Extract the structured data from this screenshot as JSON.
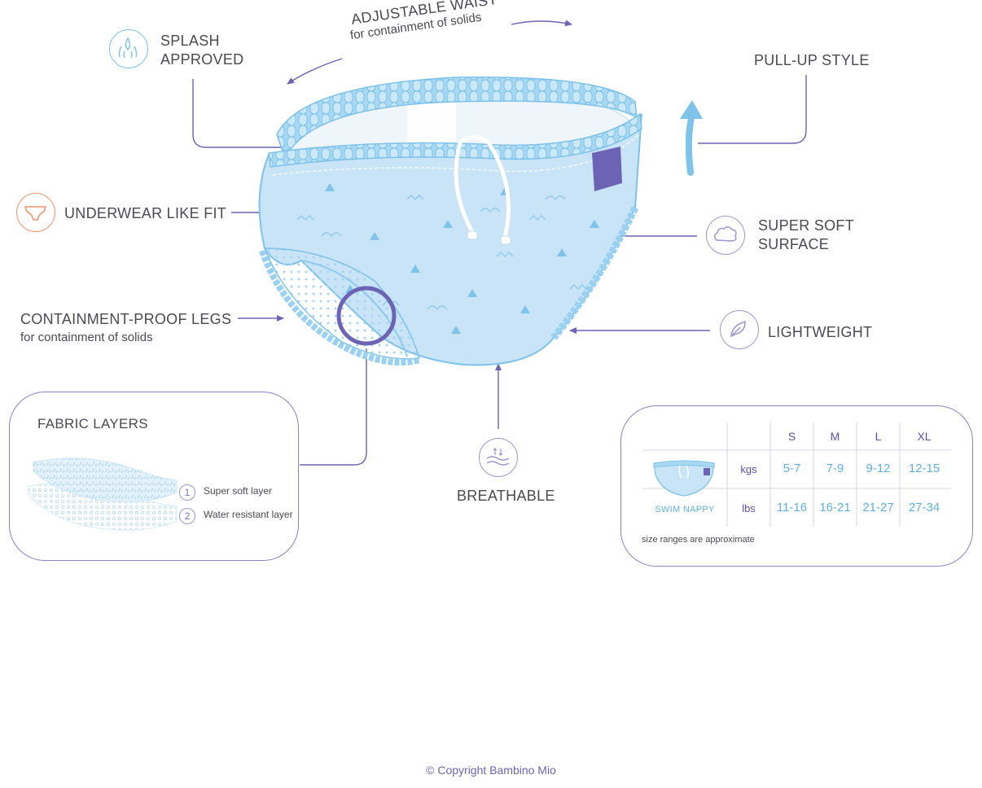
{
  "features": {
    "splash": {
      "line1": "SPLASH",
      "line2": "APPROVED",
      "icon": "splash-icon"
    },
    "waist": {
      "title": "ADJUSTABLE WAIST",
      "subtitle": "for containment of solids"
    },
    "pullup": {
      "title": "PULL-UP STYLE"
    },
    "fit": {
      "title": "UNDERWEAR LIKE FIT",
      "icon": "underwear-icon"
    },
    "soft": {
      "line1": "SUPER SOFT",
      "line2": "SURFACE",
      "icon": "cloud-icon"
    },
    "legs": {
      "title": "CONTAINMENT-PROOF LEGS",
      "subtitle": "for containment of solids"
    },
    "light": {
      "title": "LIGHTWEIGHT",
      "icon": "feather-icon"
    },
    "breath": {
      "title": "BREATHABLE",
      "icon": "airflow-icon"
    }
  },
  "fabric": {
    "title": "FABRIC LAYERS",
    "layers": [
      {
        "num": "1",
        "label": "Super soft layer"
      },
      {
        "num": "2",
        "label": "Water resistant layer"
      }
    ]
  },
  "sizes": {
    "product": "SWIM NAPPY",
    "headers": [
      "S",
      "M",
      "L",
      "XL"
    ],
    "rows": [
      {
        "unit": "kgs",
        "values": [
          "5-7",
          "7-9",
          "9-12",
          "12-15"
        ]
      },
      {
        "unit": "lbs",
        "values": [
          "11-16",
          "16-21",
          "21-27",
          "27-34"
        ]
      }
    ],
    "note": "size ranges are approximate"
  },
  "copyright": "© Copyright Bambino Mio",
  "colors": {
    "accent": "#6c63b5",
    "blue": "#5fb0e0",
    "light_blue": "#c8e4f6",
    "orange": "#f0936b"
  }
}
